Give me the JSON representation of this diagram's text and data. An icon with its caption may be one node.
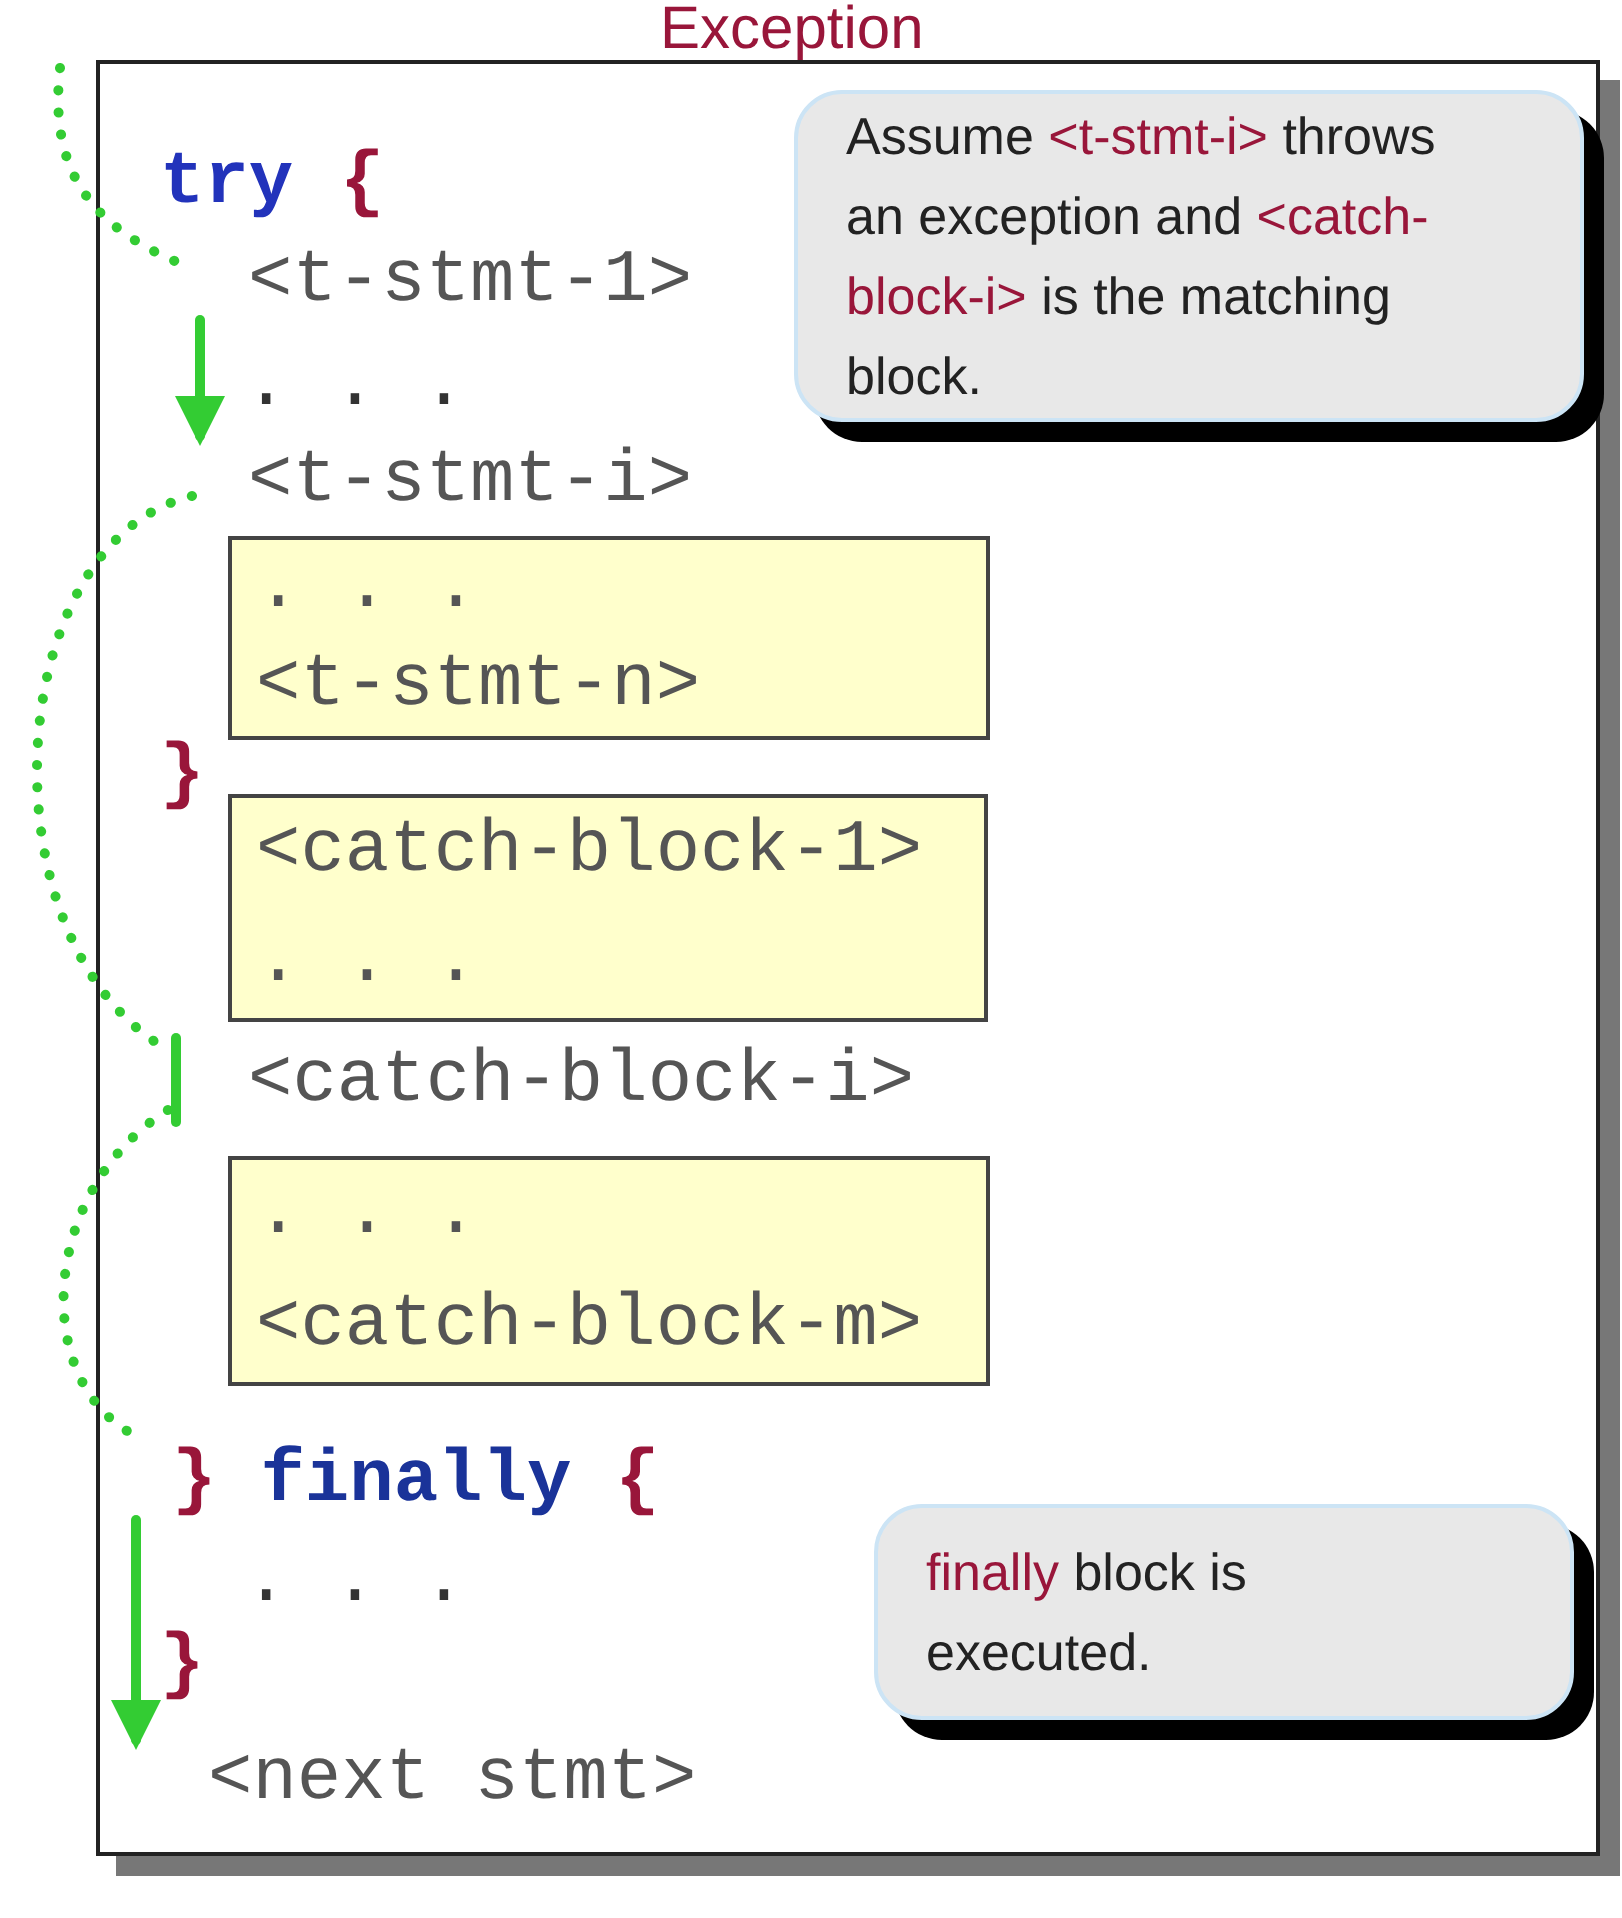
{
  "diagram": {
    "title": "Exception",
    "nodes": [
      {
        "text": [],
        "shape": "box"
      },
      {
        "text": [
          "<t-stmt-1>"
        ],
        "in": 0
      },
      {
        "text": [
          "<t-stmt-i>"
        ],
        "in": 0
      },
      {
        "text": [
          ". . .",
          "<t-stmt-n>"
        ],
        "in": 0
      },
      {
        "text": [
          "<catch-block-1>",
          ". . ."
        ],
        "in": 0
      },
      {
        "text": [
          "<catch-block-i>"
        ],
        "in": 0
      },
      {
        "text": [
          ". . .",
          "<catch-block-m>"
        ],
        "in": 0
      },
      {
        "text": [
          "}",
          "finally",
          "{"
        ],
        "in": 0
      },
      {
        "text": [
          "<next stmt>"
        ],
        "in": 0
      },
      {
        "text": [
          "Assume",
          "<t-stmt-i>",
          "throws an exception and",
          "<catch-block-i>",
          "is the matching block."
        ],
        "in": 0
      },
      {
        "text": [
          "finally",
          "block is executed."
        ],
        "in": 0
      }
    ],
    "edges": [
      {
        "from": null,
        "to": 1,
        "arrow": "none",
        "style": "dashed"
      },
      {
        "from": 1,
        "to": 2,
        "arrow": "to"
      },
      {
        "from": 2,
        "to": 5,
        "arrow": "none",
        "style": "dashed"
      },
      {
        "from": 5,
        "to": 7,
        "arrow": "none",
        "style": "dashed"
      },
      {
        "from": 7,
        "to": 8,
        "arrow": "to"
      }
    ],
    "labels": [
      "try",
      "{",
      ". . .",
      "}",
      ". . .",
      "}"
    ]
  }
}
